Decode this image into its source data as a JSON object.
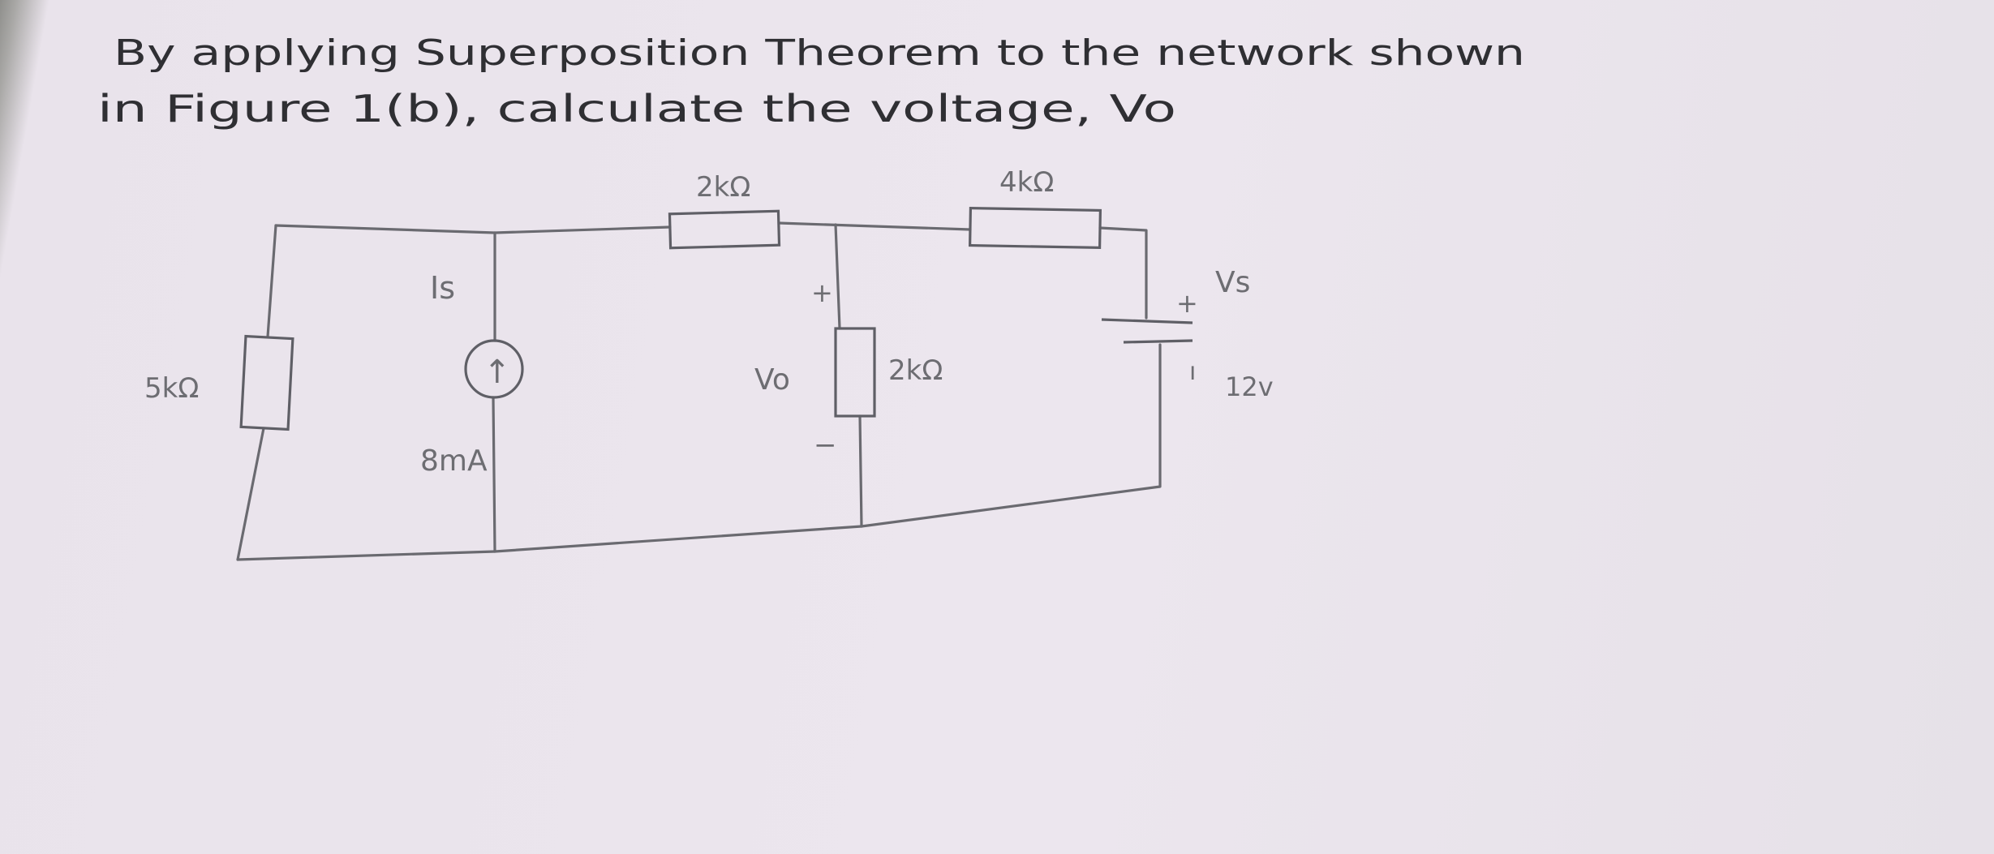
{
  "problem": {
    "line1": "By applying Superposition Theorem to the network shown",
    "line2": "in Figure 1(b), calculate the voltage, Vo"
  },
  "labels": {
    "r_top_left": "2kΩ",
    "r_top_right": "4kΩ",
    "r_left": "5kΩ",
    "r_middle": "2kΩ",
    "current_source_name": "Is",
    "current_source_value": "8mA",
    "current_source_arrow": "↑",
    "vo_plus": "+",
    "vo_label": "Vo",
    "vo_minus": "−",
    "vs_plus": "+",
    "vs_minus": "ı",
    "vs_name": "Vs",
    "vs_value": "12v"
  },
  "colors": {
    "ink": "#2f2f33",
    "pencil": "#6d6d72",
    "paper": "#ece6ee"
  }
}
